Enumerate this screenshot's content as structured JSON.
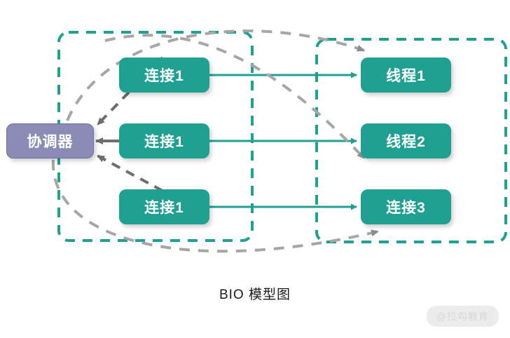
{
  "diagram": {
    "caption": "BIO 模型图",
    "watermark": "@拉勾教育",
    "colors": {
      "teal": "#1fa091",
      "purple": "#8b8cb5",
      "dashed_gray": "#a6a6a6",
      "arrow_gray": "#6e6e6e",
      "background": "#ffffff",
      "node_text": "#ffffff",
      "caption_text": "#1a1a1a",
      "watermark_bg": "#ececec",
      "watermark_text": "#d8d8d8"
    },
    "coordinator": {
      "label": "协调器"
    },
    "groups": [
      {
        "name": "connections-group"
      },
      {
        "name": "threads-group"
      }
    ],
    "connections": [
      {
        "label": "连接1"
      },
      {
        "label": "连接1"
      },
      {
        "label": "连接1"
      }
    ],
    "threads": [
      {
        "label": "线程1"
      },
      {
        "label": "线程2"
      },
      {
        "label": "连接3"
      }
    ]
  }
}
